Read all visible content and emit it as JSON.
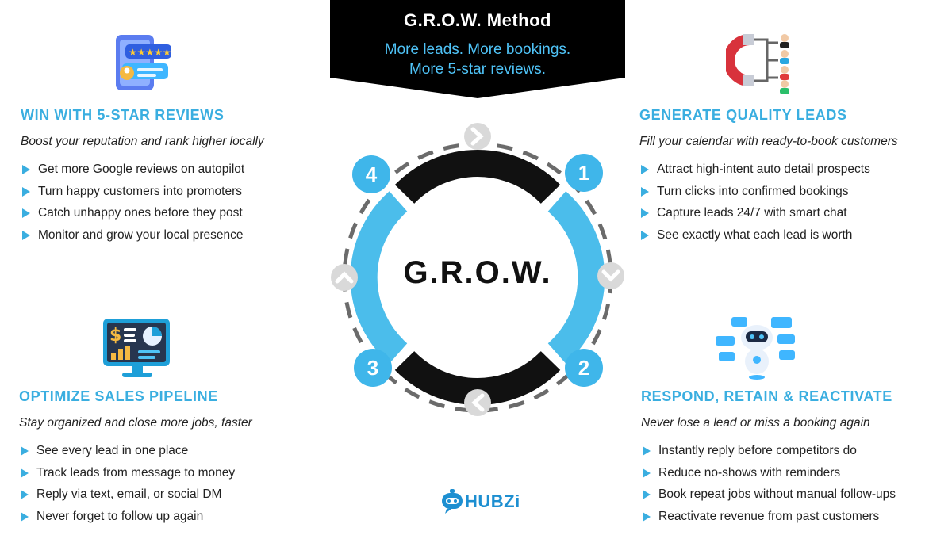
{
  "header": {
    "title": "G.R.O.W. Method",
    "subtitle_lines": [
      "More leads. More bookings.",
      "More 5-star reviews."
    ]
  },
  "center": {
    "label": "G.R.O.W.",
    "steps": [
      "1",
      "2",
      "3",
      "4"
    ]
  },
  "sections": {
    "win": {
      "title": "WIN WITH 5-STAR REVIEWS",
      "subtitle": "Boost your reputation and rank higher locally",
      "bullets": [
        "Get more Google reviews on autopilot",
        "Turn happy customers into promoters",
        "Catch unhappy ones before they post",
        "Monitor and grow your local presence"
      ]
    },
    "generate": {
      "title": "GENERATE QUALITY LEADS",
      "subtitle": "Fill your calendar with ready-to-book customers",
      "bullets": [
        "Attract high-intent auto detail prospects",
        "Turn clicks into confirmed bookings",
        "Capture leads 24/7 with smart chat",
        "See exactly what each lead is worth"
      ]
    },
    "optimize": {
      "title": "OPTIMIZE SALES PIPELINE",
      "subtitle": "Stay organized and close more jobs, faster",
      "bullets": [
        "See every lead in one place",
        "Track leads from message to money",
        "Reply via text, email, or social DM",
        "Never forget to follow up again"
      ]
    },
    "respond": {
      "title": "RESPOND, RETAIN & REACTIVATE",
      "subtitle": "Never lose a lead or miss a booking again",
      "bullets": [
        "Instantly reply before competitors do",
        "Reduce no-shows with reminders",
        "Book repeat jobs without manual follow-ups",
        "Reactivate revenue from past customers"
      ]
    }
  },
  "icons": {
    "win": "review-stars-icon",
    "generate": "magnet-leads-icon",
    "optimize": "dashboard-monitor-icon",
    "respond": "chatbot-robot-icon"
  },
  "brand": {
    "logo_text": "HUBZi"
  },
  "colors": {
    "accent": "#3aaee0",
    "ring_blue": "#4bbdeb",
    "ring_black": "#111111",
    "banner": "#000000",
    "dash": "#6b6b6b",
    "arrow_circle": "#d9d9d9"
  }
}
